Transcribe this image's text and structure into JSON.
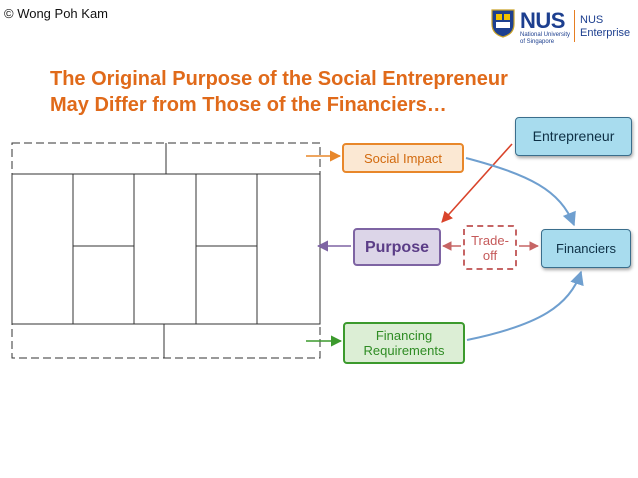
{
  "copyright": "© Wong Poh Kam",
  "logo": {
    "nus": "NUS",
    "subtitle": "National University of Singapore",
    "enterprise_line1": "NUS",
    "enterprise_line2": "Enterprise"
  },
  "title": {
    "line1": "The Original Purpose of the Social Entrepreneur",
    "line2": "May Differ from Those of the Financiers…"
  },
  "nodes": {
    "social_impact": "Social Impact",
    "purpose": "Purpose",
    "tradeoff_line1": "Trade-",
    "tradeoff_line2": "off",
    "financing_line1": "Financing",
    "financing_line2": "Requirements",
    "entrepreneur": "Entrepreneur",
    "financiers": "Financiers"
  },
  "colors": {
    "title": "#e06a1a",
    "social_impact": "#e8872a",
    "purpose": "#7e64a3",
    "tradeoff": "#c66565",
    "financing": "#3c9a2d",
    "entity_fill": "#a8dcee",
    "connector_blue": "#6f9fcf",
    "connector_red": "#d9442b"
  }
}
